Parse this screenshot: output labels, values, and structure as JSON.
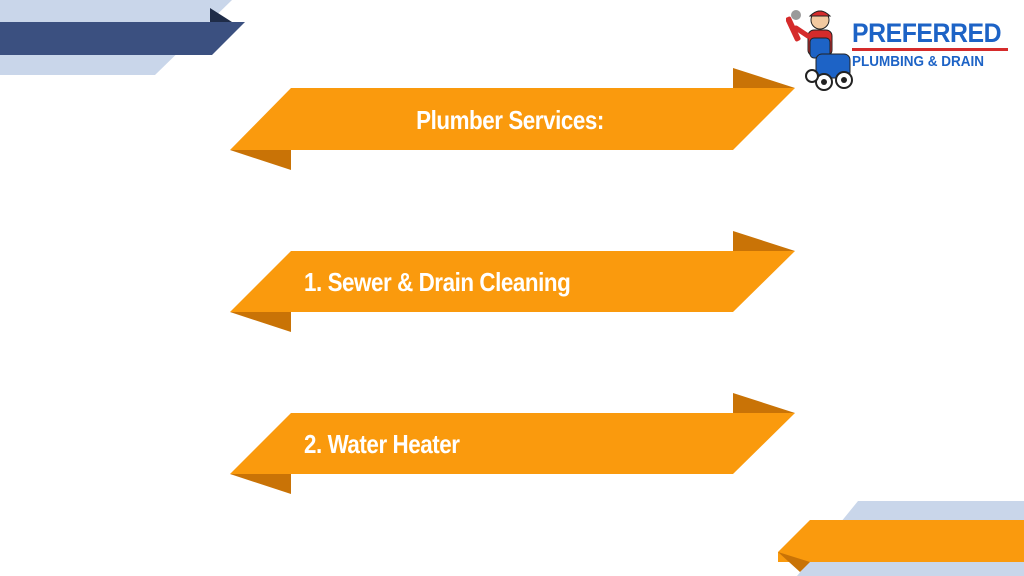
{
  "logo": {
    "line1": "PREFERRED",
    "line2": "PLUMBING & DRAIN",
    "icon": "plumber-mascot-icon",
    "color": "#1d63c6"
  },
  "banners": [
    {
      "label": "Plumber Services:",
      "align": "center"
    },
    {
      "label": "1. Sewer & Drain Cleaning",
      "align": "left"
    },
    {
      "label": "2. Water Heater",
      "align": "left"
    }
  ],
  "colors": {
    "banner": "#fa9a0d",
    "banner_fold": "#c97306",
    "navy": "#3b5080",
    "light_blue": "#c9d6ea"
  }
}
